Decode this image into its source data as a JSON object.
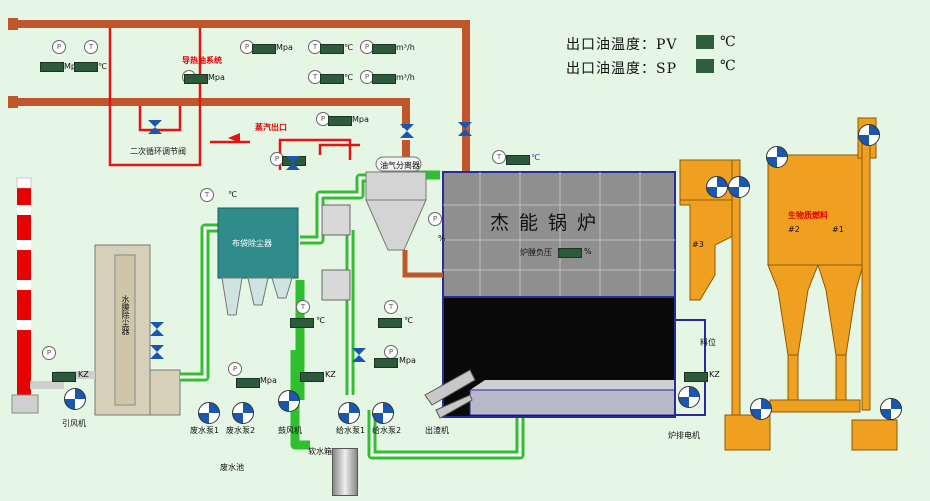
{
  "header": {
    "outlet_temp_pv_label": "出口油温度：PV",
    "outlet_temp_sp_label": "出口油温度：SP",
    "unit_c": "℃"
  },
  "units": {
    "mpa": "Mpa",
    "c": "℃",
    "m3h": "m³/h",
    "kz": "KZ",
    "percent": "%"
  },
  "labels": {
    "boiler": "杰能锅炉",
    "secondary_valve": "二次循环调节阀",
    "furnace_outlet": "蒸汽出口",
    "return_oil": "导热油系统",
    "oil_separator": "油气分离器",
    "bag_filter": "布袋除尘器",
    "water_film": "水膜除尘器",
    "induced_fan": "引风机",
    "waste_pump1": "废水泵1",
    "waste_pump2": "废水泵2",
    "waste_pool": "废水池",
    "blower": "鼓风机",
    "feed_pump1": "给水泵1",
    "feed_pump2": "给水泵2",
    "slag_machine": "出渣机",
    "stoker": "炉排电机",
    "biomass": "生物质燃料",
    "furnace_pressure": "炉膛负压",
    "material_level": "料位",
    "soft_water": "软水箱",
    "no1": "#1",
    "no2": "#2",
    "no3": "#3",
    "p": "P",
    "t": "T"
  },
  "colors": {
    "background": "#e6f6e4",
    "oil_pipe": "#c0562b",
    "red_pipe": "#e11515",
    "water_pipe": "#2fbf2f",
    "boiler_top": "#8c8c8c",
    "boiler_furnace": "#111111",
    "fuel_silo": "#f0a020",
    "chimney_red": "#e60000",
    "filter_teal": "#2f8c8a"
  }
}
